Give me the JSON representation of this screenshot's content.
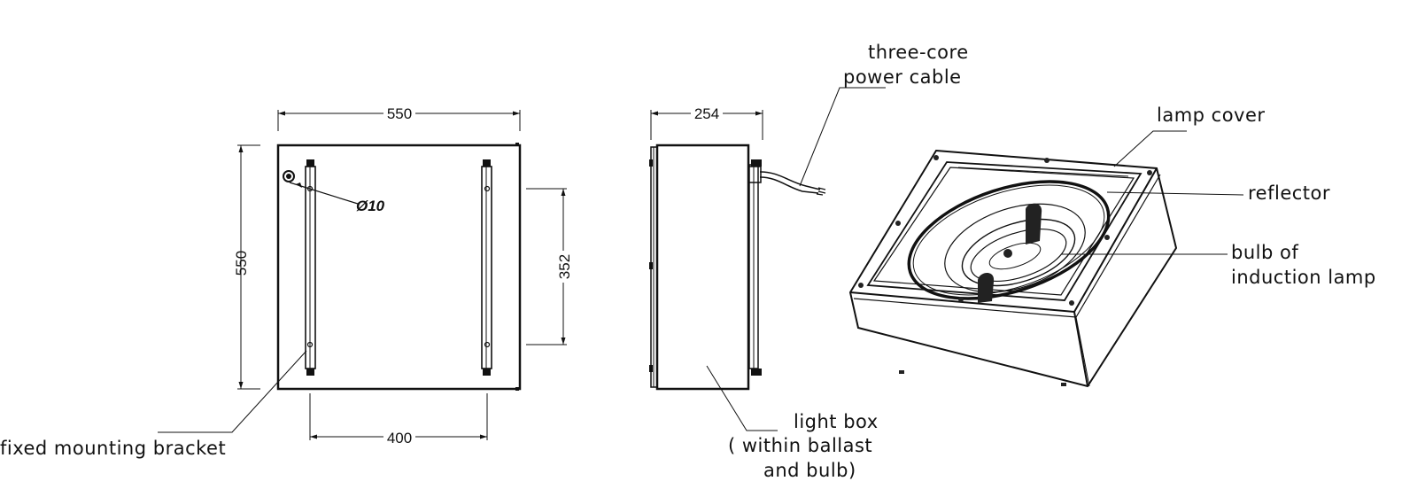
{
  "dimensions": {
    "front_width": "550",
    "front_height": "550",
    "bracket_spacing": "400",
    "bracket_length": "352",
    "hole": "Ø10",
    "side_depth": "254"
  },
  "labels": {
    "fixed_mounting_bracket": "fixed mounting bracket",
    "three_core_power_cable": [
      "three-core",
      "power cable"
    ],
    "light_box": [
      "light box",
      "( within ballast",
      "and bulb)"
    ],
    "lamp_cover": "lamp cover",
    "reflector": "reflector",
    "bulb_of_induction_lamp": [
      "bulb of",
      "induction lamp"
    ]
  }
}
